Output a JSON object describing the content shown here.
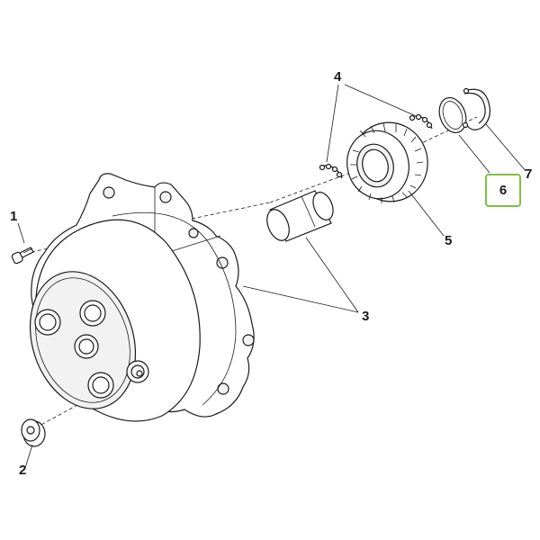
{
  "callouts": {
    "c1": "1",
    "c2": "2",
    "c3": "3",
    "c4": "4",
    "c5": "5",
    "c6": "6",
    "c7": "7"
  },
  "colors": {
    "line": "#1a1a1a",
    "highlight": "#7cc243",
    "background": "#ffffff"
  }
}
